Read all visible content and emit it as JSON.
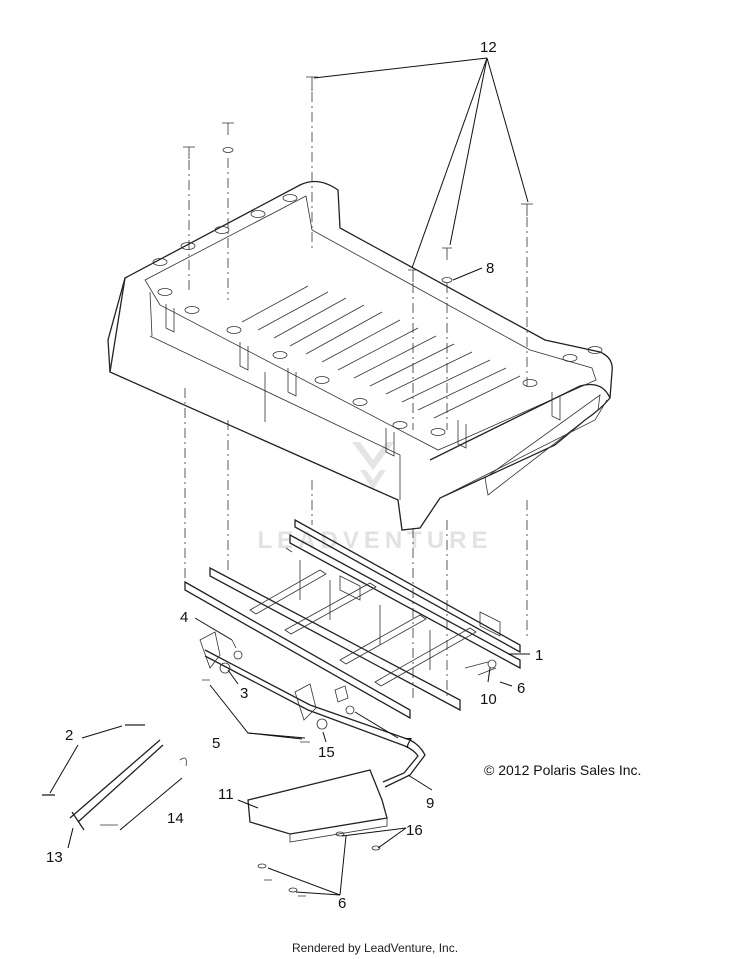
{
  "copyright": "© 2012 Polaris Sales Inc.",
  "footer": "Rendered by LeadVenture, Inc.",
  "watermark": "LEADVENTURE",
  "callouts": [
    "1",
    "2",
    "3",
    "4",
    "5",
    "6",
    "6",
    "7",
    "8",
    "9",
    "10",
    "11",
    "12",
    "13",
    "14",
    "15",
    "16"
  ]
}
